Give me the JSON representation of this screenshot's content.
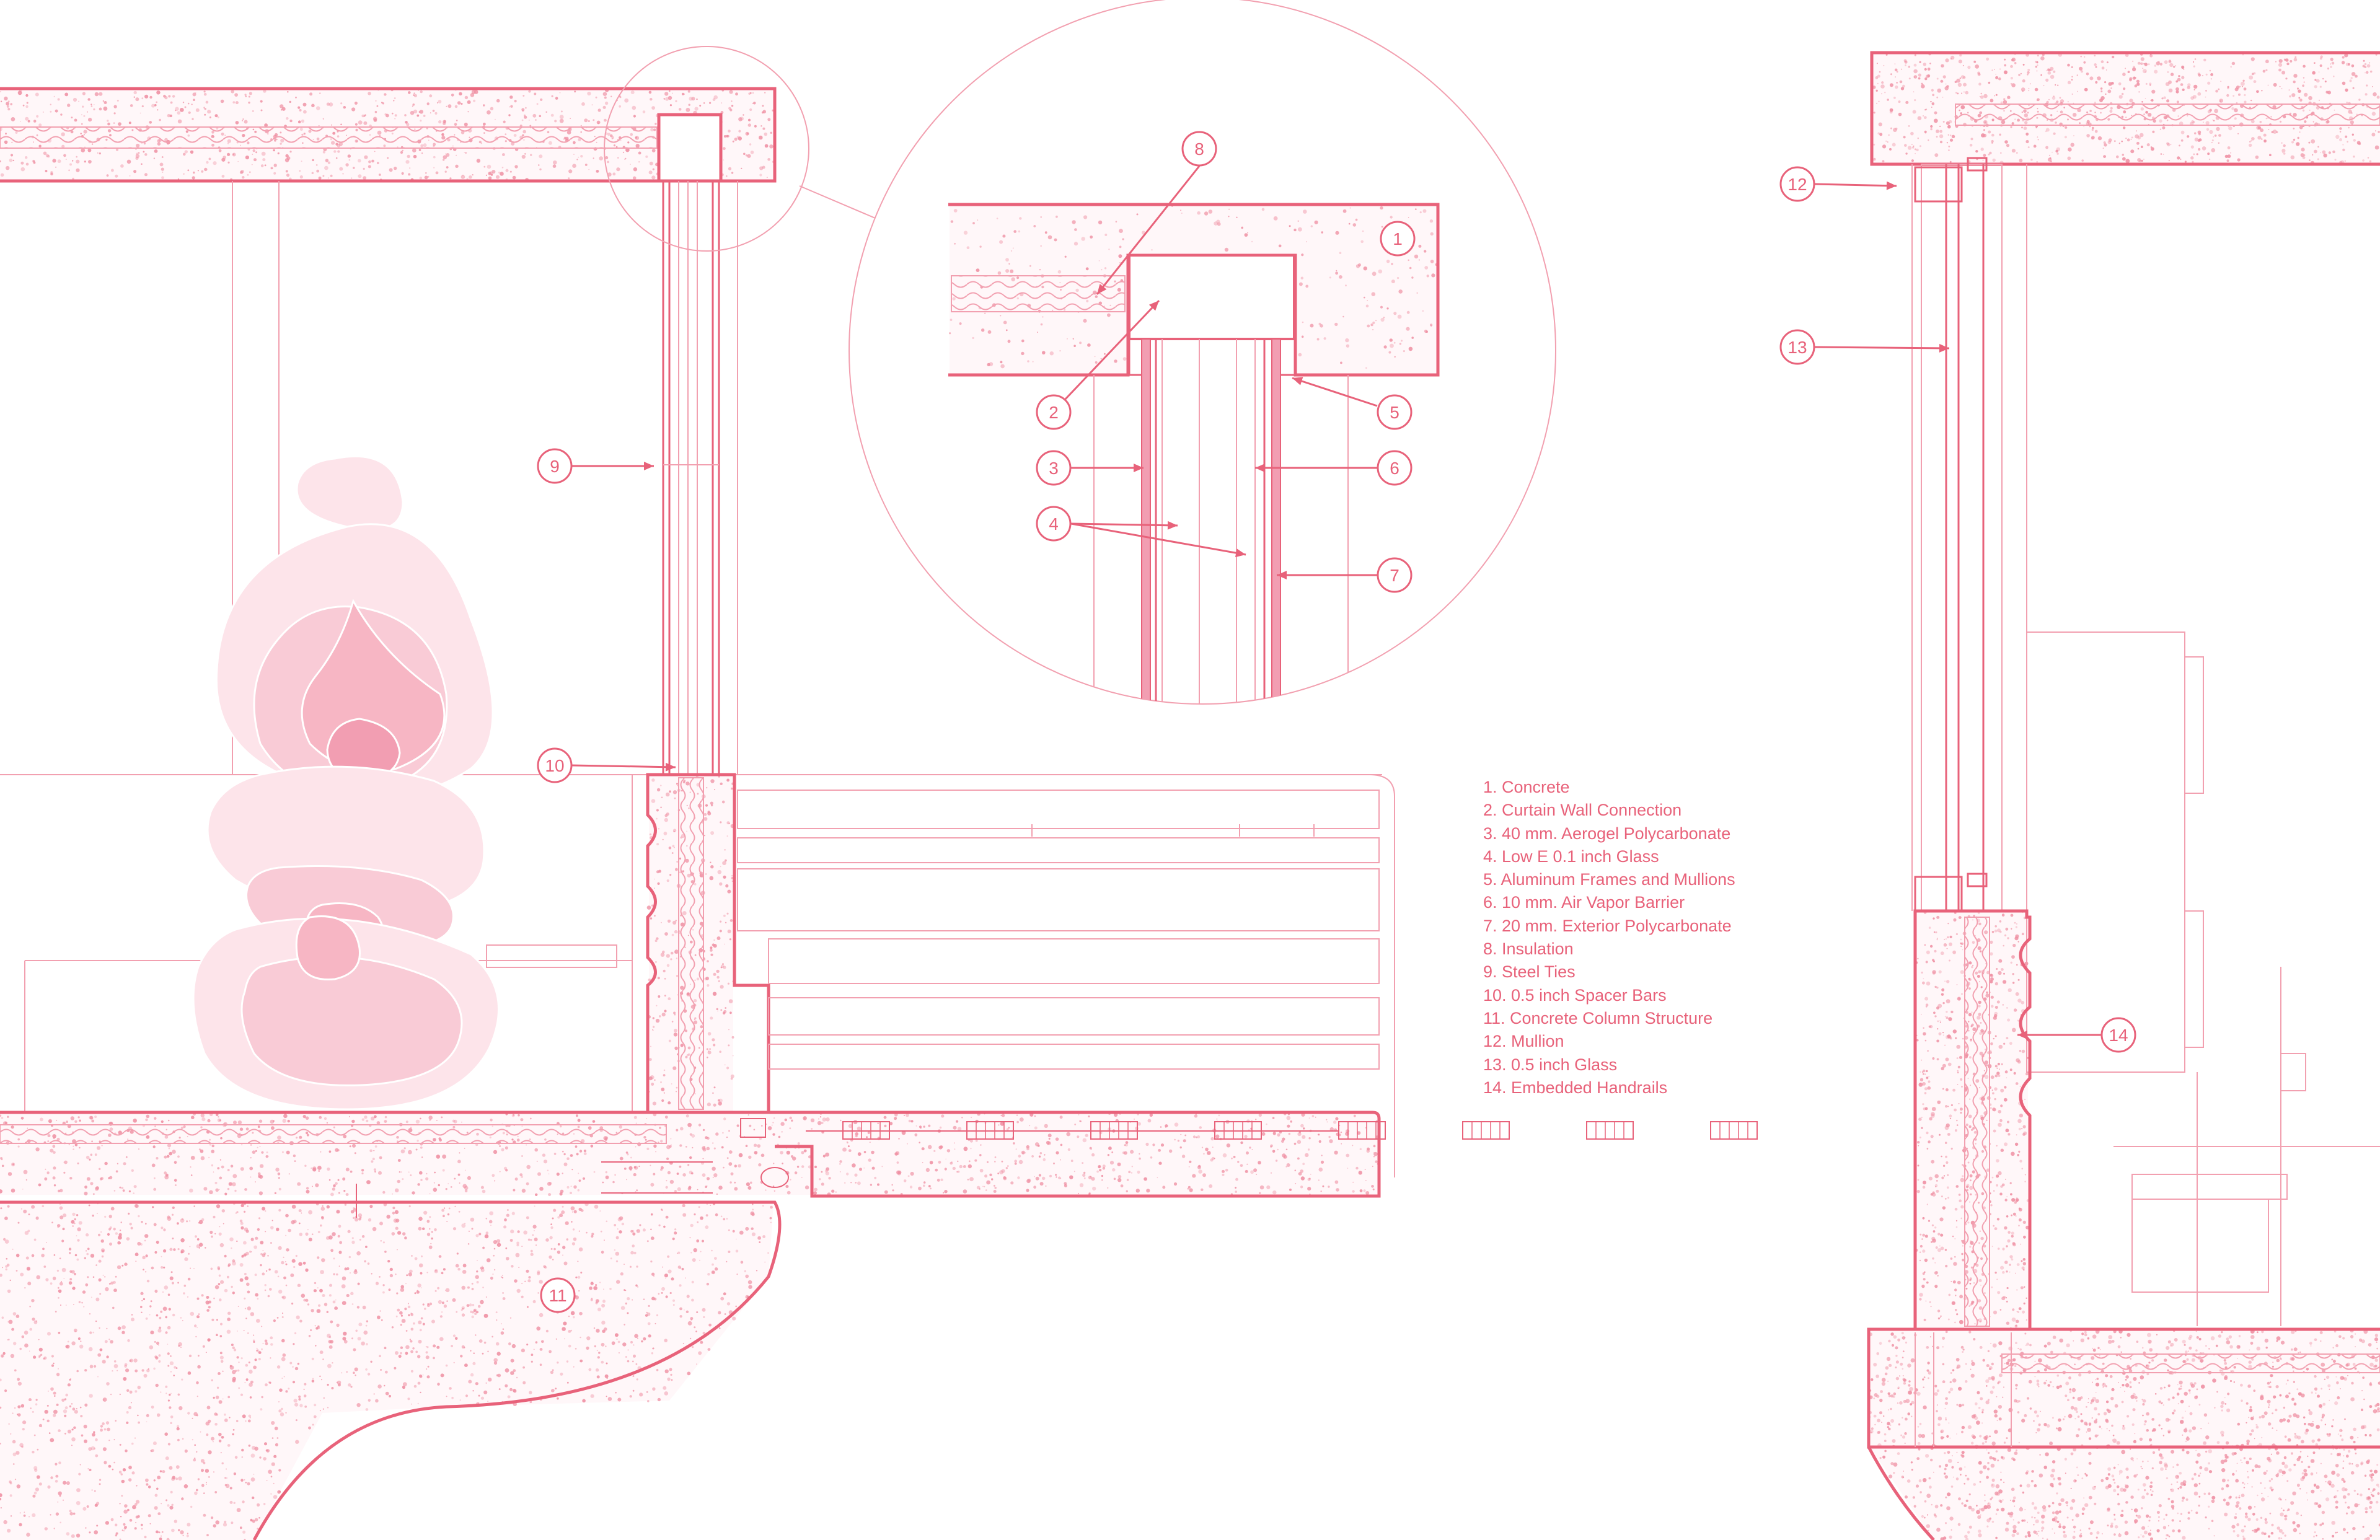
{
  "colors": {
    "line": "#e8627a",
    "line_light": "#f2a0b0",
    "fill_light": "#fde4ea",
    "fill_mid": "#f7b6c4",
    "speckle": "#ef8fa2",
    "background": "#ffffff"
  },
  "legend": [
    "1. Concrete",
    "2. Curtain Wall Connection",
    "3. 40 mm. Aerogel Polycarbonate",
    "4. Low E 0.1 inch Glass",
    "5. Aluminum Frames and Mullions",
    "6. 10 mm. Air Vapor Barrier",
    "7. 20 mm. Exterior Polycarbonate",
    "8. Insulation",
    "9. Steel Ties",
    "10. 0.5 inch Spacer Bars",
    "11. Concrete Column Structure",
    "12. Mullion",
    "13. 0.5 inch Glass",
    "14. Embedded Handrails"
  ],
  "callouts": [
    "1",
    "2",
    "3",
    "4",
    "5",
    "6",
    "7",
    "8",
    "9",
    "10",
    "11",
    "12",
    "13",
    "14"
  ]
}
